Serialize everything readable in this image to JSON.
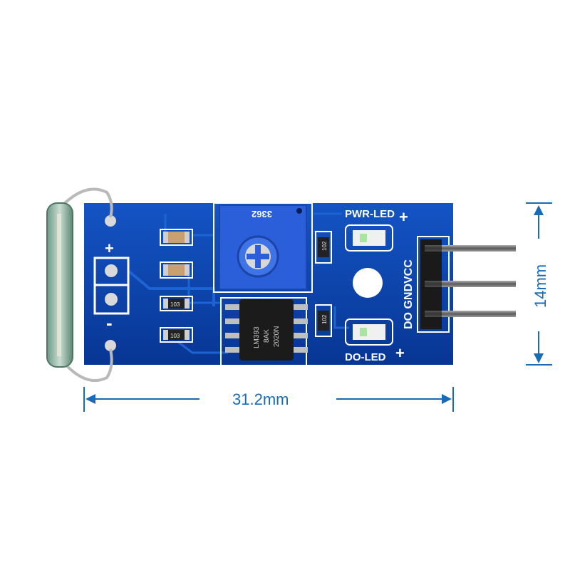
{
  "dimensions": {
    "width_label": "31.2mm",
    "height_label": "14mm"
  },
  "silkscreen": {
    "pwr_led": "PWR-LED",
    "do_led": "DO-LED",
    "pin_labels": "DO GNDVCC",
    "plus": "+",
    "minus": "-"
  },
  "components": {
    "pot_marking": "3362",
    "ic_marking_line1": "LM393",
    "ic_marking_line2": "8AK",
    "ic_marking_line3": "2020N",
    "resistor_103": "103",
    "resistor_102": "102"
  },
  "colors": {
    "pcb": "#0a3fa8",
    "dimension": "#1a6bb5"
  }
}
